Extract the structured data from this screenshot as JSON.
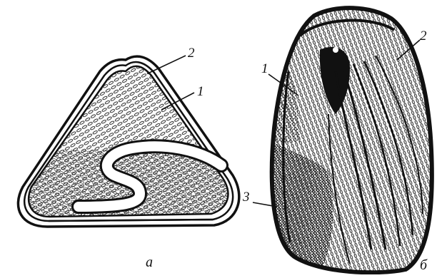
{
  "figure": {
    "panels": [
      {
        "id": "a",
        "panel_label": "а",
        "callouts": [
          {
            "number": "2"
          },
          {
            "number": "1"
          }
        ]
      },
      {
        "id": "b",
        "panel_label": "б",
        "callouts": [
          {
            "number": "1"
          },
          {
            "number": "2"
          },
          {
            "number": "3"
          }
        ]
      }
    ]
  }
}
